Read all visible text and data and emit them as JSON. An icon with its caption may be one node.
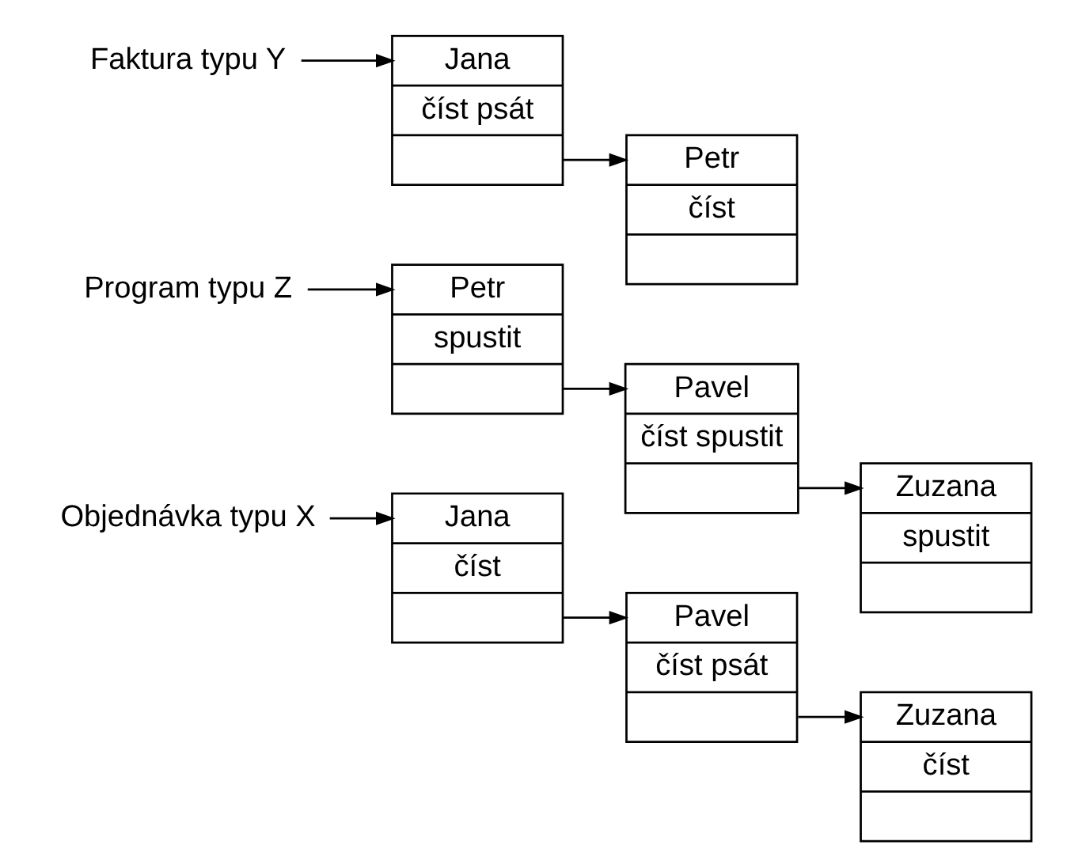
{
  "diagram": {
    "nodes": [
      {
        "text": [
          "Objednávka typu X"
        ]
      },
      {
        "text": [
          "Jana",
          "číst"
        ]
      },
      {
        "text": [
          "Pavel",
          "číst psát"
        ]
      },
      {
        "text": [
          "Zuzana",
          "číst"
        ]
      },
      {
        "text": [
          "Program typu Z"
        ]
      },
      {
        "text": [
          "Petr",
          "spustit"
        ]
      },
      {
        "text": [
          "Pavel",
          "číst spustit"
        ]
      },
      {
        "text": [
          "Zuzana",
          "spustit"
        ]
      },
      {
        "text": [
          "Faktura typu Y"
        ]
      },
      {
        "text": [
          "Jana",
          "číst psát"
        ]
      },
      {
        "text": [
          "Petr",
          "číst"
        ]
      }
    ],
    "edges": [
      {
        "from": 0,
        "to": 1,
        "arrow": "to"
      },
      {
        "from": 1,
        "to": 2,
        "arrow": "to"
      },
      {
        "from": 2,
        "to": 3,
        "arrow": "to"
      },
      {
        "from": 4,
        "to": 5,
        "arrow": "to"
      },
      {
        "from": 5,
        "to": 6,
        "arrow": "to"
      },
      {
        "from": 6,
        "to": 7,
        "arrow": "to"
      },
      {
        "from": 8,
        "to": 9,
        "arrow": "to"
      },
      {
        "from": 9,
        "to": 10,
        "arrow": "to"
      }
    ]
  }
}
